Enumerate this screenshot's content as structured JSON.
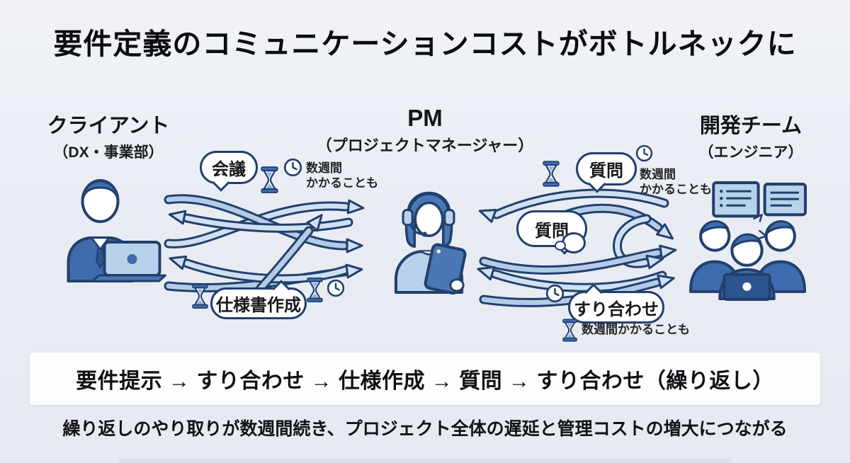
{
  "title": "要件定義のコミュニケーションコストがボトルネックに",
  "actors": {
    "client": {
      "name": "クライアント",
      "subtitle": "（DX・事業部）"
    },
    "pm": {
      "name": "PM",
      "subtitle": "（プロジェクトマネージャー）"
    },
    "dev": {
      "name": "開発チーム",
      "subtitle": "（エンジニア）"
    }
  },
  "left_flow": {
    "meeting_bubble": "会議",
    "spec_bubble": "仕様書作成",
    "time_note": "数週間\nかかることも"
  },
  "right_flow": {
    "question_bubble_top": "質問",
    "question_bubble_mid": "質問",
    "align_bubble": "すり合わせ",
    "time_note": "数週間\nかかることも",
    "time_note_bottom": "数週間かかることも"
  },
  "process_bar": {
    "text": "要件提示 → すり合わせ → 仕様作成 → 質問 → すり合わせ（繰り返し）"
  },
  "footer": {
    "text": "繰り返しのやり取りが数週間続き、プロジェクト全体の遅延と管理コストの増大につながる"
  },
  "icons": {
    "hourglass": "hourglass-icon",
    "clock": "clock-icon",
    "client_person": "client-businessman-laptop-icon",
    "pm_person": "pm-headset-tablet-icon",
    "dev_team": "dev-team-engineers-icon"
  },
  "colors": {
    "background": "#e9ecf3",
    "outline_navy": "#22406c",
    "accent_blue": "#3e6cae",
    "arrow_fill_light": "#cfe0f1",
    "arrow_fill_mid": "#b3cbe6",
    "bar_background": "#fdfdfe"
  }
}
